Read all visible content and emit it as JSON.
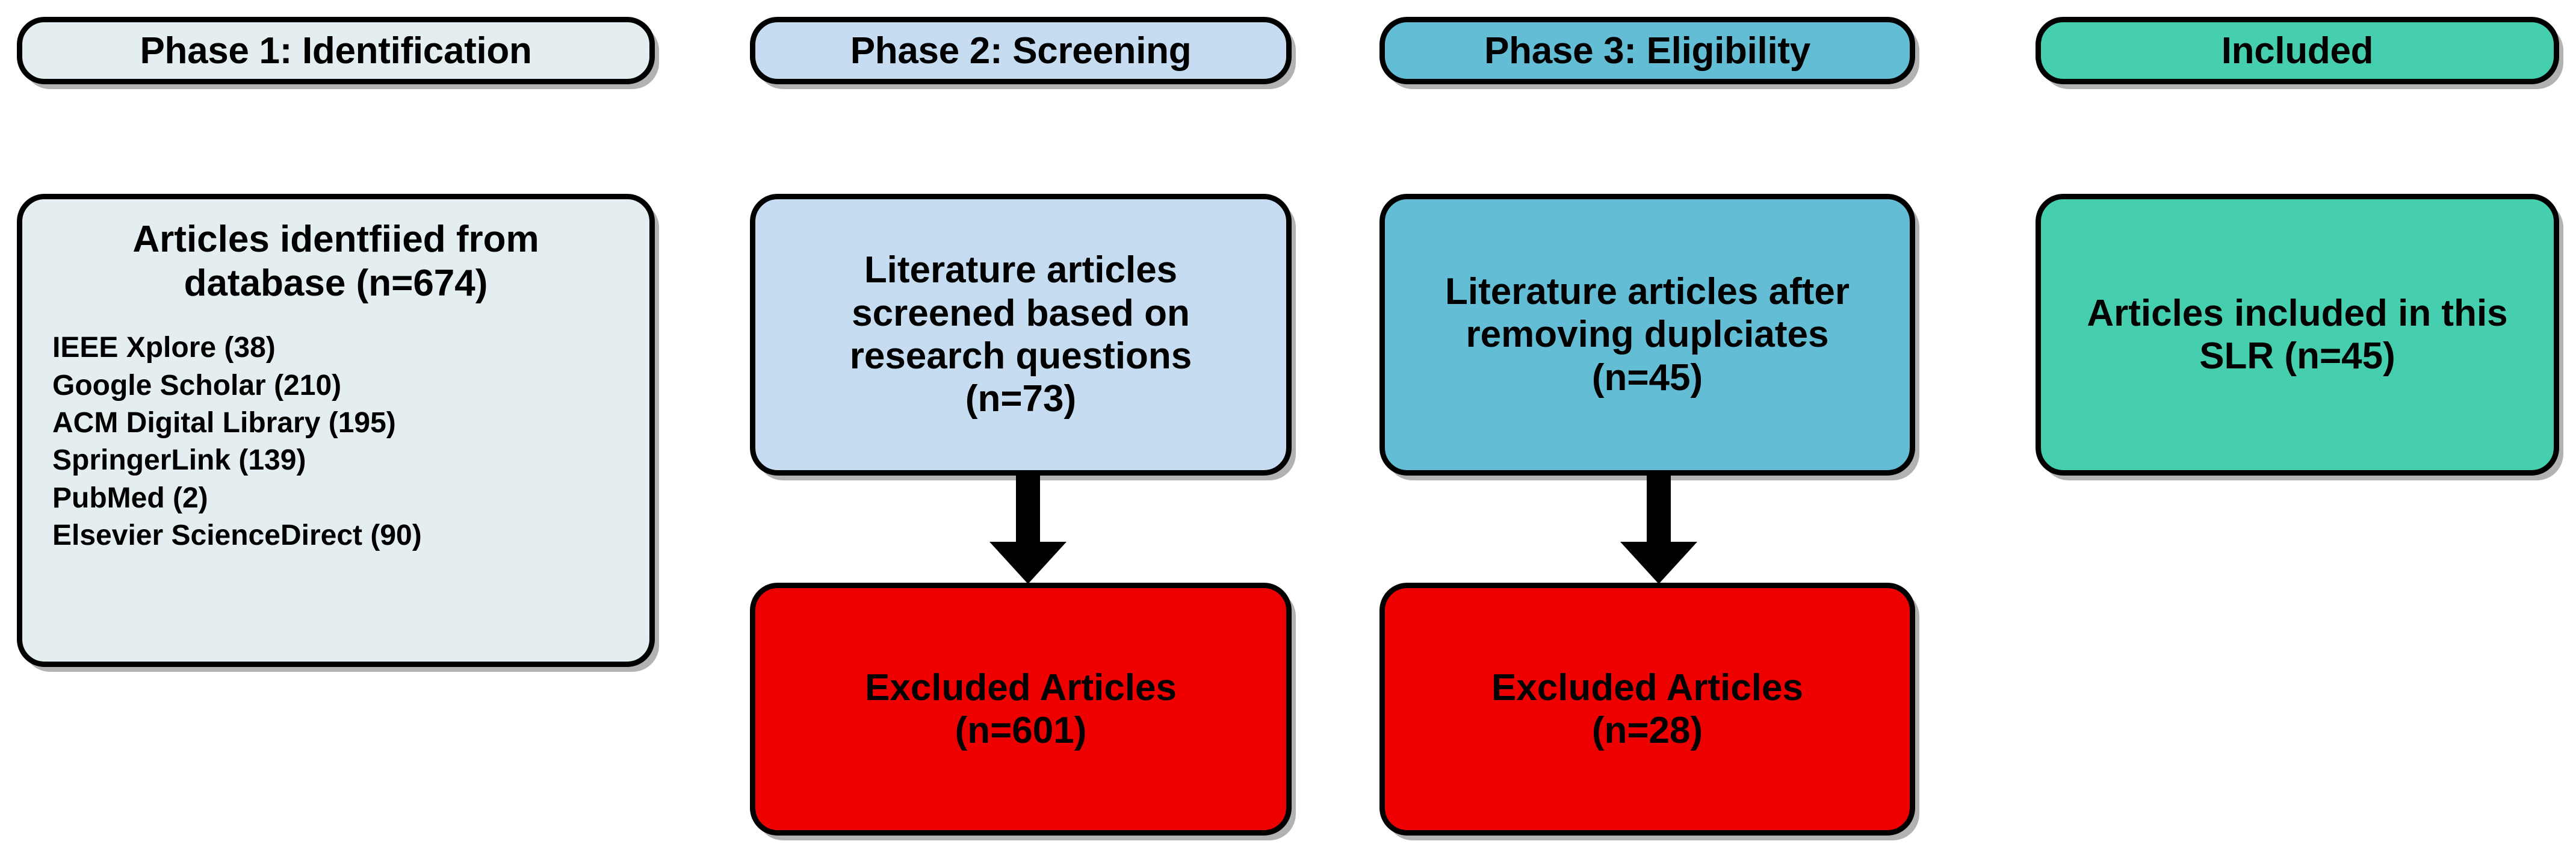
{
  "diagram": {
    "title": "PRISMA article selection flow",
    "background": "#ffffff",
    "border_color": "#000000"
  },
  "palette": {
    "identification": "#e4edef",
    "screening": "#c6dcf0",
    "eligibility": "#63bdd4",
    "included": "#45cfaf",
    "excluded": "#ef0000",
    "arrow": "#000000",
    "text": "#000000"
  },
  "headers": [
    {
      "id": "phase-1",
      "label": "Phase 1: Identification",
      "color_key": "identification"
    },
    {
      "id": "phase-2",
      "label": "Phase 2: Screening",
      "color_key": "screening"
    },
    {
      "id": "phase-3",
      "label": "Phase 3: Eligibility",
      "color_key": "eligibility"
    },
    {
      "id": "included",
      "label": "Included",
      "color_key": "included"
    }
  ],
  "identification": {
    "headline": "Articles identfiied from\ndatabase (n=674)",
    "total": 674,
    "databases": [
      {
        "name": "IEEE Xplore",
        "count": 38,
        "label": "IEEE Xplore (38)"
      },
      {
        "name": "Google Scholar",
        "count": 210,
        "label": "Google Scholar (210)"
      },
      {
        "name": "ACM Digital Library",
        "count": 195,
        "label": "ACM Digital Library (195)"
      },
      {
        "name": "SpringerLink",
        "count": 139,
        "label": "SpringerLink (139)"
      },
      {
        "name": "PubMed",
        "count": 2,
        "label": "PubMed (2)"
      },
      {
        "name": "Elsevier ScienceDirect",
        "count": 90,
        "label": "Elsevier ScienceDirect (90)"
      }
    ]
  },
  "screening": {
    "headline": "Literature articles\nscreened based on\nresearch questions\n(n=73)",
    "count": 73,
    "excluded": {
      "headline": "Excluded Articles\n(n=601)",
      "count": 601
    }
  },
  "eligibility": {
    "headline": "Literature articles after\nremoving duplciates\n(n=45)",
    "count": 45,
    "excluded": {
      "headline": "Excluded Articles\n(n=28)",
      "count": 28
    }
  },
  "included": {
    "headline": "Articles included in this\nSLR (n=45)",
    "count": 45
  },
  "arrows": [
    {
      "id": "screening-to-excluded",
      "from": "screening-body",
      "to": "screening-excluded",
      "direction": "down"
    },
    {
      "id": "eligibility-to-excluded",
      "from": "eligibility-body",
      "to": "eligibility-excluded",
      "direction": "down"
    }
  ]
}
